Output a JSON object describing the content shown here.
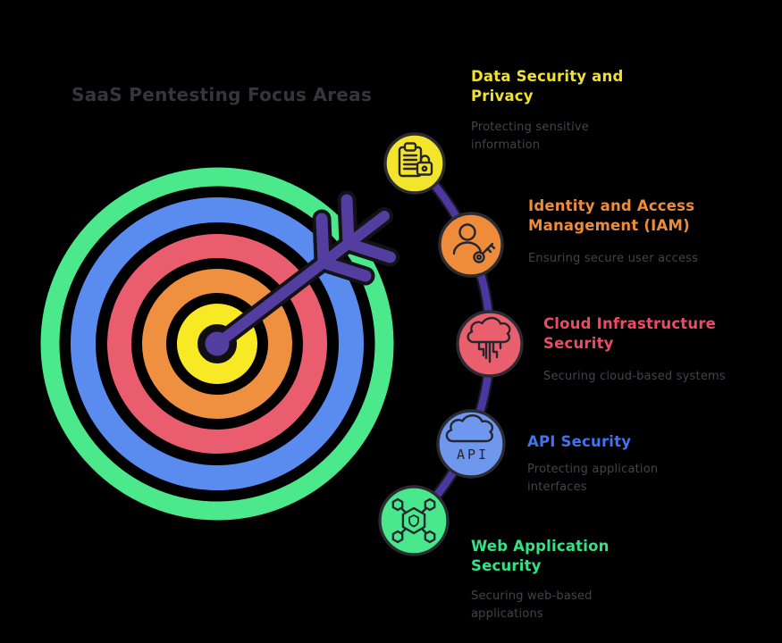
{
  "title": "SaaS Pentesting Focus Areas",
  "items": [
    {
      "heading": "Data Security and\nPrivacy",
      "description": "Protecting sensitive\ninformation",
      "color": "#f0e22c",
      "icon_fill": "#f3e42c"
    },
    {
      "heading": "Identity and Access\nManagement (IAM)",
      "description": "Ensuring secure user access",
      "color": "#ee8c38",
      "icon_fill": "#ee8c3c"
    },
    {
      "heading": "Cloud Infrastructure\nSecurity",
      "description": "Securing cloud-based systems",
      "color": "#ee4a64",
      "icon_fill": "#e95f6e"
    },
    {
      "heading": "API Security",
      "description": "Protecting application\ninterfaces",
      "color": "#3f73f2",
      "icon_fill": "#6e97ed",
      "badge": "API"
    },
    {
      "heading": "Web Application\nSecurity",
      "description": "Securing web-based\napplications",
      "color": "#36e186",
      "icon_fill": "#4ae88d"
    }
  ],
  "target": {
    "rings": [
      "#4be98c",
      "#5a8cf0",
      "#ea5d6f",
      "#ef9040"
    ],
    "bullseye": "#f7ea24",
    "arrow": "#533ea0",
    "connector": "#4b37a0"
  }
}
